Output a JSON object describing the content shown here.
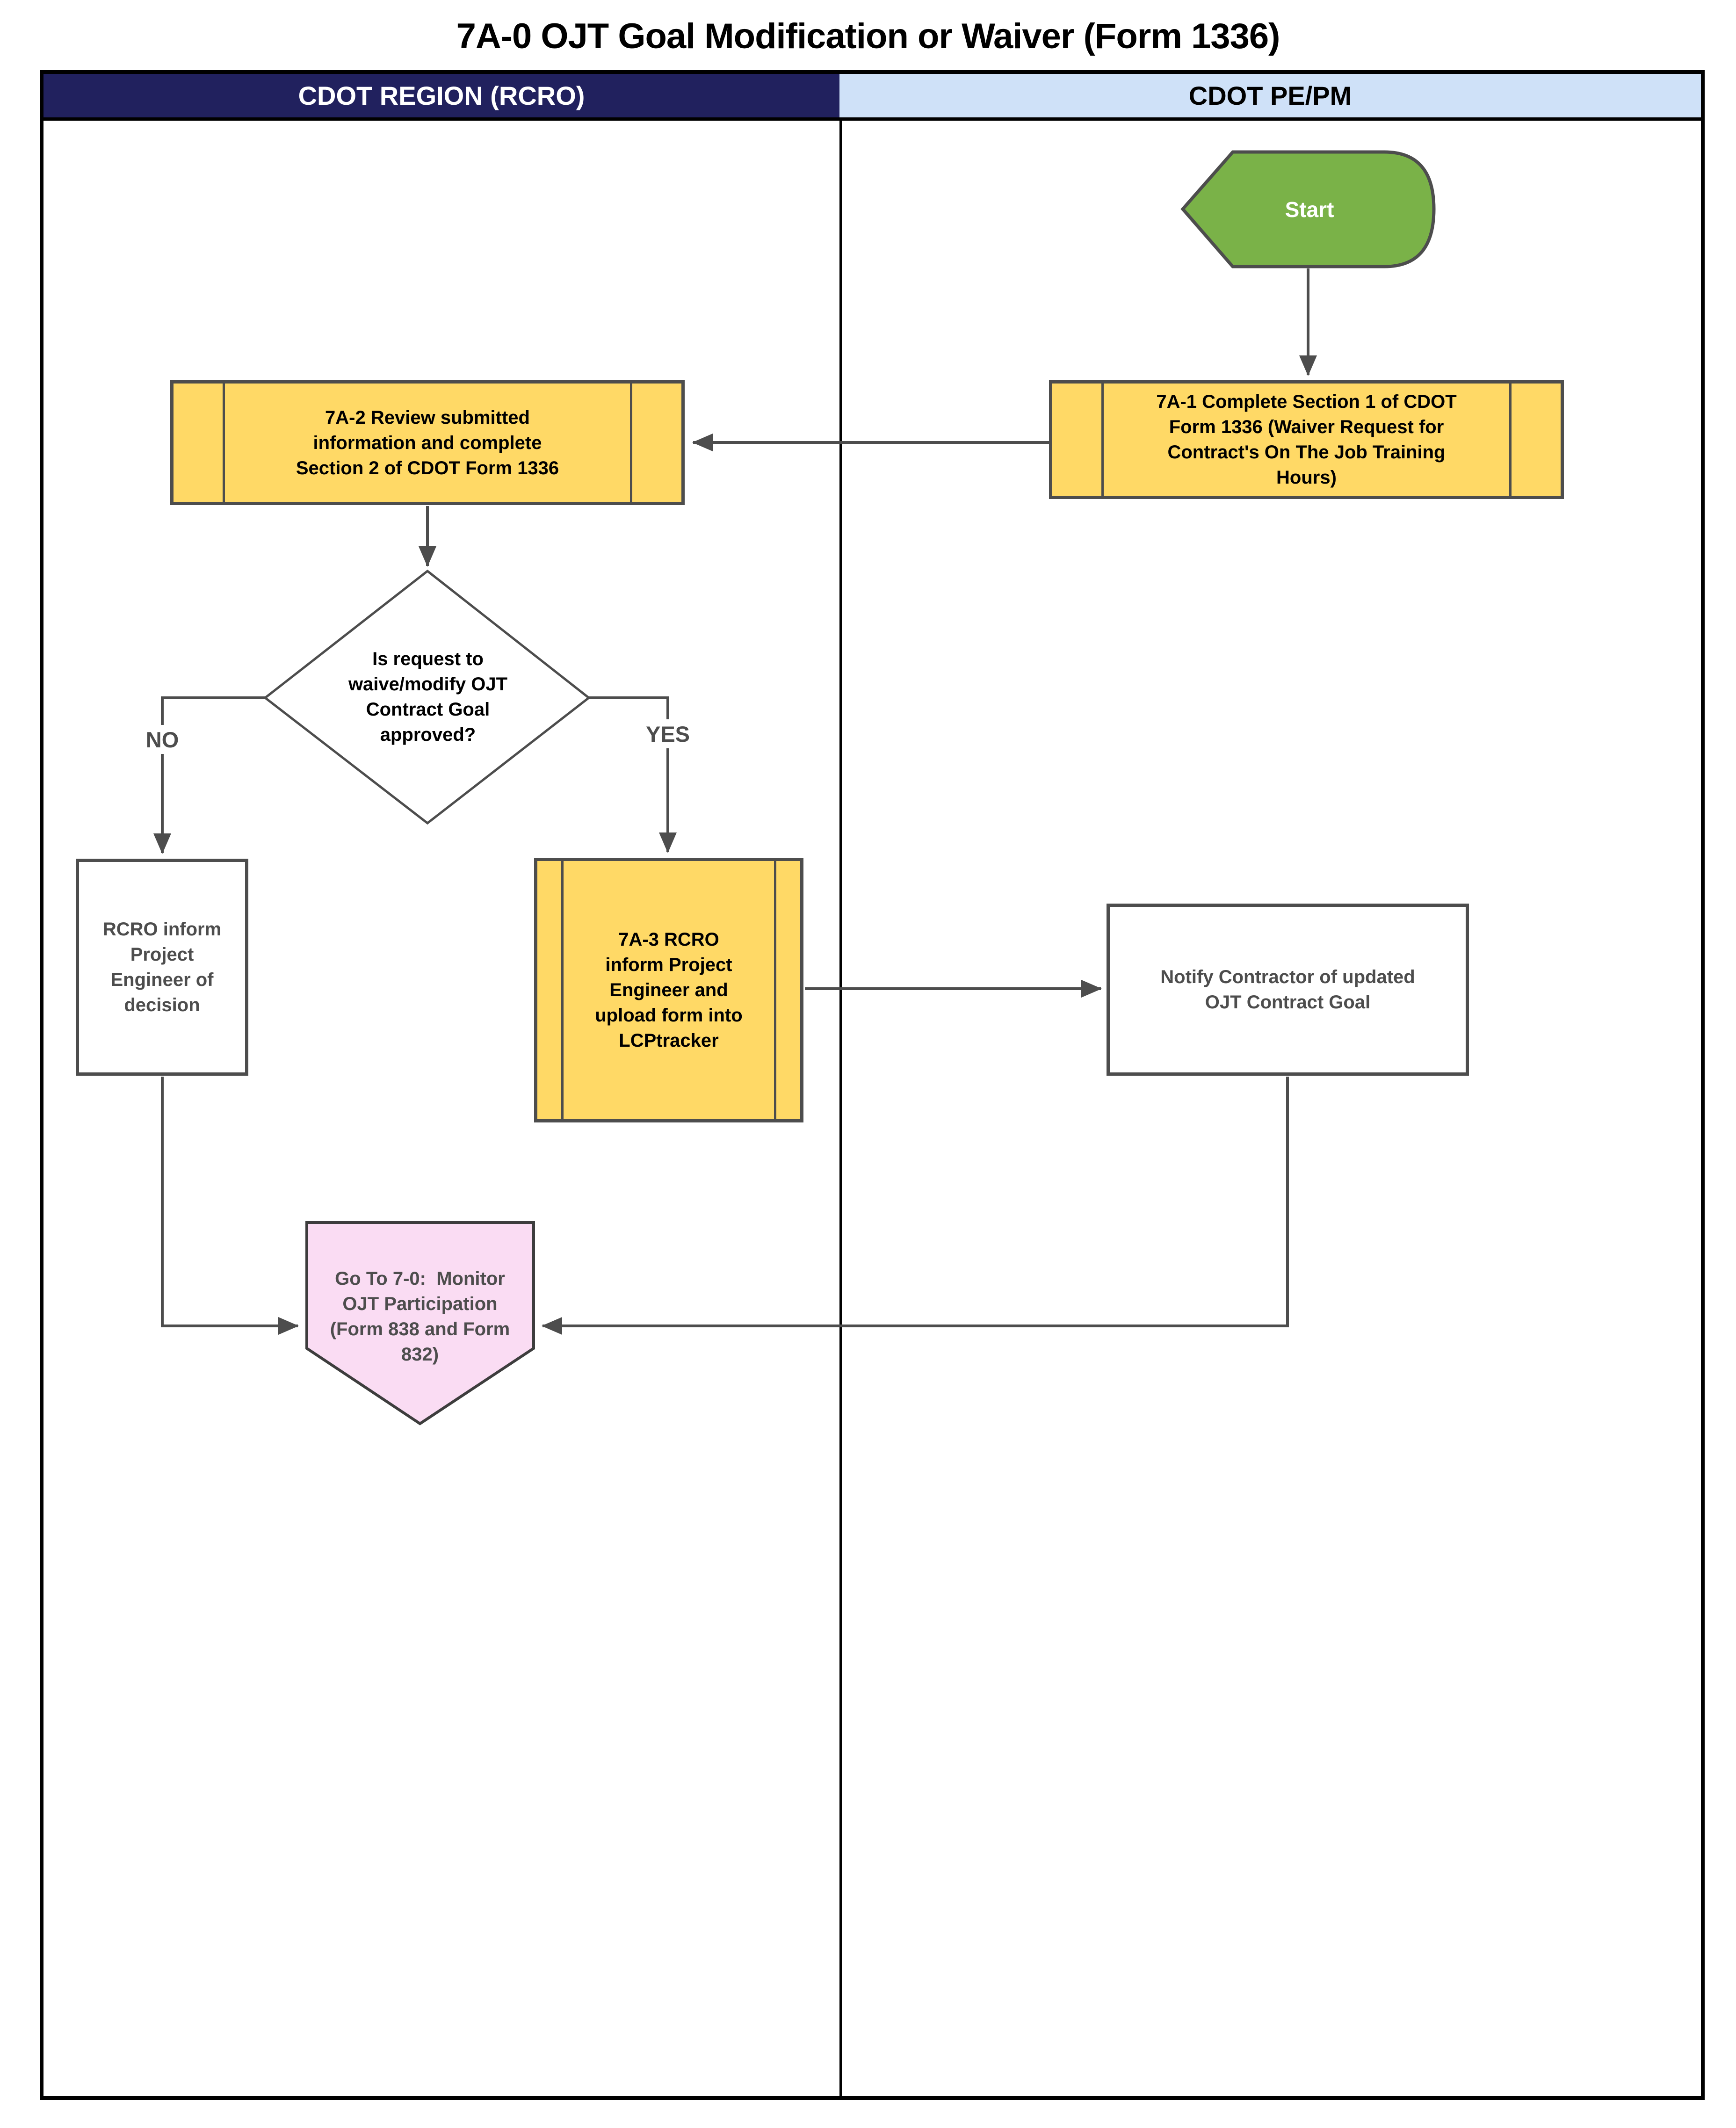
{
  "title": "7A-0 OJT Goal Modification or Waiver (Form 1336)",
  "lanes": {
    "left": {
      "label": "CDOT REGION (RCRO)"
    },
    "right": {
      "label": "CDOT PE/PM"
    }
  },
  "nodes": {
    "start": {
      "label": "Start",
      "type": "start-terminator"
    },
    "step_7a1": {
      "label": "7A-1 Complete Section 1 of CDOT Form 1336 (Waiver Request for Contract's On The Job Training Hours)",
      "type": "predefined-process"
    },
    "step_7a2": {
      "label": "7A-2 Review submitted information and complete Section 2 of CDOT Form 1336",
      "type": "predefined-process"
    },
    "decision": {
      "label": "Is request to waive/modify OJT Contract Goal approved?",
      "type": "decision"
    },
    "rcro_inform": {
      "label": "RCRO inform Project Engineer of decision",
      "type": "process"
    },
    "step_7a3": {
      "label": "7A-3 RCRO inform Project Engineer and upload form into LCPtracker",
      "type": "predefined-process"
    },
    "notify_contractor": {
      "label": "Notify Contractor of updated OJT Contract Goal",
      "type": "process"
    },
    "goto_7_0": {
      "label": "Go To 7-0:  Monitor OJT Participation (Form 838 and Form 832)",
      "type": "off-page-connector"
    }
  },
  "branch_labels": {
    "no": "NO",
    "yes": "YES"
  },
  "colors": {
    "lane_left_header_bg": "#21215E",
    "lane_left_header_text": "#FFFFFF",
    "lane_right_header_bg": "#CFE1F8",
    "lane_right_header_text": "#000000",
    "start_fill": "#7AB248",
    "process_fill": "#FFD966",
    "offpage_fill": "#FADCF3",
    "node_border": "#4D4D4D",
    "connector": "#4D4D4D",
    "frame": "#000000"
  }
}
